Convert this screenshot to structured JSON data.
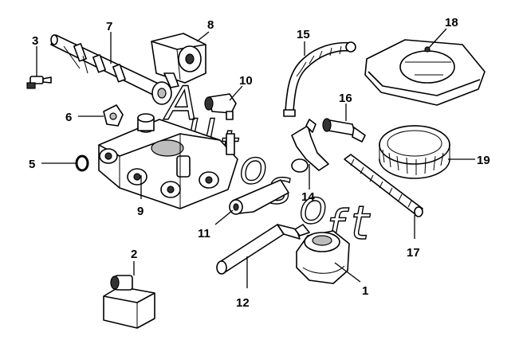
{
  "callouts": [
    {
      "id": "1",
      "label": "1"
    },
    {
      "id": "2",
      "label": "2"
    },
    {
      "id": "3",
      "label": "3"
    },
    {
      "id": "5",
      "label": "5"
    },
    {
      "id": "6",
      "label": "6"
    },
    {
      "id": "7",
      "label": "7"
    },
    {
      "id": "8",
      "label": "8"
    },
    {
      "id": "9",
      "label": "9"
    },
    {
      "id": "10",
      "label": "10"
    },
    {
      "id": "11",
      "label": "11"
    },
    {
      "id": "12",
      "label": "12"
    },
    {
      "id": "14",
      "label": "14"
    },
    {
      "id": "15",
      "label": "15"
    },
    {
      "id": "16",
      "label": "16"
    },
    {
      "id": "17",
      "label": "17"
    },
    {
      "id": "18",
      "label": "18"
    },
    {
      "id": "19",
      "label": "19"
    }
  ],
  "watermark": {
    "letters": [
      "A",
      "u",
      "t",
      "o",
      "s",
      "o",
      "f",
      "t"
    ]
  },
  "colors": {
    "line": "#000000",
    "background": "#ffffff",
    "shade": "#bdbdbd"
  }
}
